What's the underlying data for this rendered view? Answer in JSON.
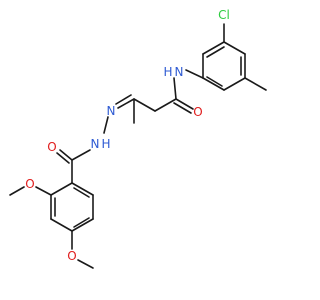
{
  "molecule": {
    "atoms": {
      "cl": {
        "text": "Cl",
        "color": "#2ecc40"
      },
      "nh_amide": {
        "text": "N",
        "h": "H",
        "color": "#2f5bd3"
      },
      "o_amide": {
        "text": "O",
        "color": "#e01e1e"
      },
      "n_hydrazone": {
        "text": "N",
        "color": "#2f5bd3"
      },
      "n_hydrazide": {
        "text": "N",
        "h": "H",
        "color": "#2f5bd3"
      },
      "o_hydrazide": {
        "text": "O",
        "color": "#e01e1e"
      },
      "o_methoxy_2": {
        "text": "O",
        "color": "#e01e1e"
      },
      "o_methoxy_4": {
        "text": "O",
        "color": "#e01e1e"
      }
    },
    "bond_color": "#1a1a1a"
  }
}
